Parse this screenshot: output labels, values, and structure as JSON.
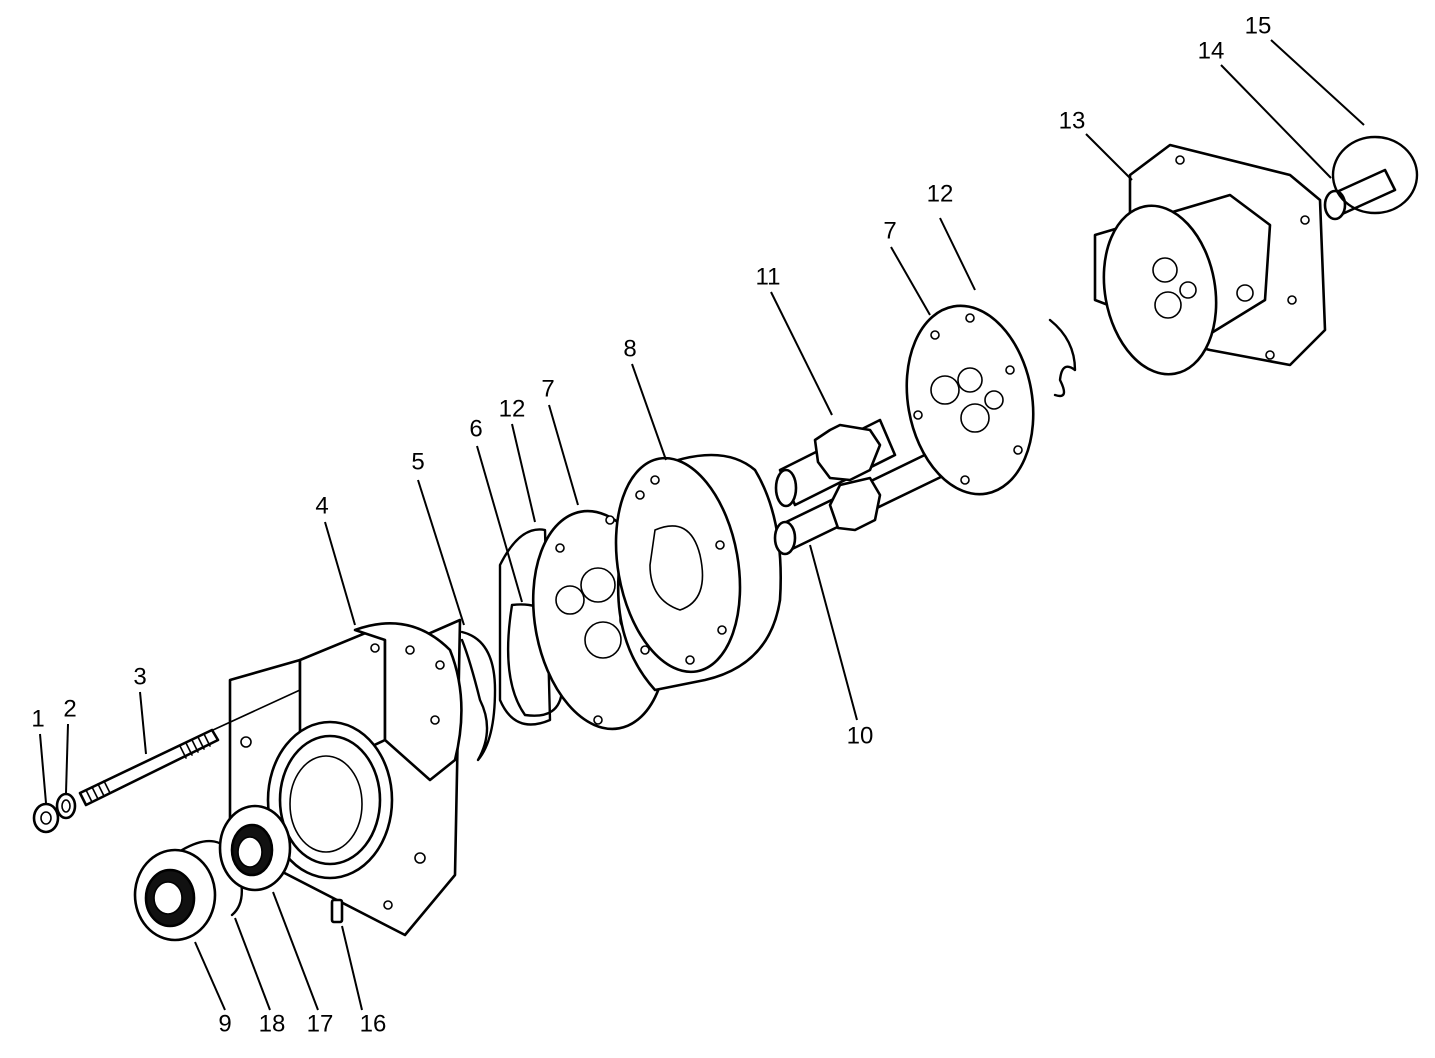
{
  "callouts": [
    {
      "id": "c1",
      "text": "1"
    },
    {
      "id": "c2",
      "text": "2"
    },
    {
      "id": "c3",
      "text": "3"
    },
    {
      "id": "c4",
      "text": "4"
    },
    {
      "id": "c5",
      "text": "5"
    },
    {
      "id": "c6",
      "text": "6"
    },
    {
      "id": "c12a",
      "text": "12"
    },
    {
      "id": "c7a",
      "text": "7"
    },
    {
      "id": "c8",
      "text": "8"
    },
    {
      "id": "c11",
      "text": "11"
    },
    {
      "id": "c7b",
      "text": "7"
    },
    {
      "id": "c12b",
      "text": "12"
    },
    {
      "id": "c13",
      "text": "13"
    },
    {
      "id": "c14",
      "text": "14"
    },
    {
      "id": "c15",
      "text": "15"
    },
    {
      "id": "c10",
      "text": "10"
    },
    {
      "id": "c9",
      "text": "9"
    },
    {
      "id": "c18",
      "text": "18"
    },
    {
      "id": "c17",
      "text": "17"
    },
    {
      "id": "c16",
      "text": "16"
    }
  ]
}
